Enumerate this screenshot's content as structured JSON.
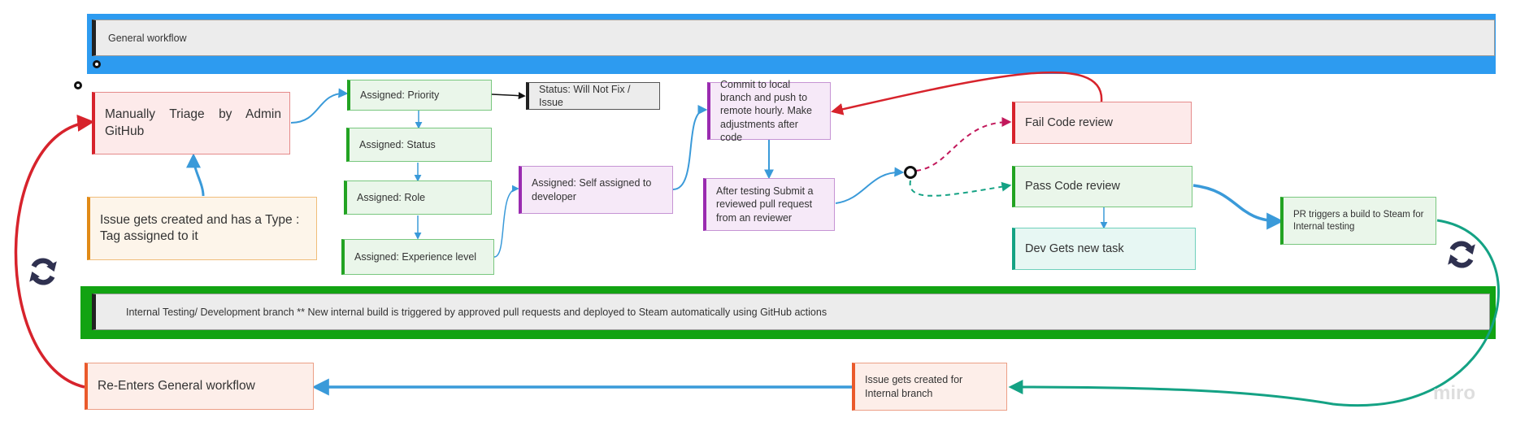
{
  "workflows": {
    "general": "General workflow",
    "internal": "Internal Testing/ Development branch  ** New internal build is triggered by approved pull requests and deployed to Steam automatically using GitHub actions"
  },
  "nodes": {
    "manually_triage": "Manually  Triage  by  Admin GitHub",
    "issue_created": "Issue gets created and has a Type : Tag assigned to it",
    "assigned_priority": "Assigned: Priority",
    "assigned_status": "Assigned: Status",
    "assigned_role": "Assigned:  Role",
    "assigned_experience": "Assigned: Experience level",
    "status_will_not_fix": "Status: Will Not Fix / Issue",
    "self_assigned": "Assigned: Self assigned to developer",
    "commit_local": "Commit to local branch and push to remote hourly. Make adjustments after code",
    "submit_pr": "After testing Submit a reviewed pull request from an reviewer",
    "fail_review": "Fail Code review",
    "pass_review": "Pass  Code review",
    "dev_new_task": "Dev Gets new task",
    "pr_triggers_build": "PR triggers a build to Steam for Internal testing",
    "reenters_general": "Re-Enters General workflow",
    "issue_internal": "Issue gets created for Internal branch"
  },
  "colors": {
    "blue_band": "#2d9bf0",
    "green_band": "#12a312",
    "red_arrow": "#d7232c",
    "blue_arrow": "#3a9ad9",
    "teal_arrow": "#14a284",
    "crimson_dashed": "#c2185b",
    "sync_icon": "#2f3150"
  },
  "icons": [
    "sync-icon",
    "sync-icon"
  ],
  "branding": {
    "logo": "miro"
  }
}
